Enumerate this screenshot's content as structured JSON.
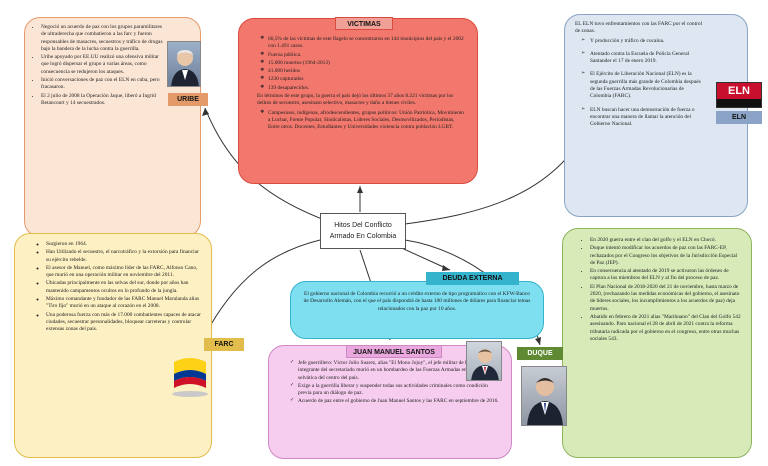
{
  "center": {
    "title_line1": "Hitos Del Conflicto",
    "title_line2": "Armado En Colombia"
  },
  "uribe": {
    "label": "URIBE",
    "items": [
      "Negoció un acuerdo de paz con los grupos paramilitares de ultraderecha que combatieron a las farc y fueron responsables de masacres, secuestros y tráfico de drogas bajo la bandera de la lucha contra la guerrilla.",
      "Uribe apoyado por EE.UU realizó una ofensiva militar que logró dispersar el grupo a varias áreas, como consecuencia se redujeron los ataques.",
      "Inició conversaciones de paz con el ELN en cuba, pero fracasaron.",
      "El 2 julio de 2008 la Operación Jaque, liberó a Ingrid Betancourt y 14 secuestrados."
    ]
  },
  "victimas": {
    "label": "VICTIMAS",
    "items": [
      "66,5% de las víctimas de este flagelo se concentraron en 144 municipios del país y el 2002 con 1.491 casos.",
      "Fuerza pública.",
      "15.000 muertos (1964-2013)",
      "41.000 heridos",
      "1230 capturados",
      "139 desaparecidos.",
      "Campesinos, indígenas, afrodescendientes, grupos políticos: Unión Patriótica, Movimiento a Luchar, Frente Popular, Sindicalistas, Líderes Sociales, Desmovilizados, Periodistas, Entre otros. Docentes, Estudiantes y Universidades violencia contra población LGBT."
    ],
    "note": "En términos de este grupo, la guerra el país dejó los últimos 37 años 8.221 víctimas por los delitos de secuestro, asesinato selectivo, masacres y daño a bienes civiles."
  },
  "eln": {
    "label": "ELN",
    "logo_text": "ELN",
    "intro": "EL ELN tuvo enfrentamientos con las FARC por el control de zonas.",
    "items": [
      "Y producción y tráfico de cocaína.",
      "Atentado contra la Escuela de Policía General Santander el 17 de enero 2019.",
      "El Ejército de Liberación Nacional (ELN) es la segunda guerrilla más grande de Colombia después de las Fuerzas Armadas Revolucionarias de Colombia (FARC).",
      "ELN buscan hacer una demostración de fuerza o encontrar una manera de llamar la atención del Gobierno Nacional."
    ]
  },
  "farc": {
    "label": "FARC",
    "items": [
      "Surgieron en 1964.",
      "Han Utilizado el secuestro, el narcotráfico y la extorsión para financiar su ejército rebelde.",
      "El asesor de Manuel, como máximo líder de las FARC, Alfonso Cano, que murió en una operación militar en noviembre del 2011.",
      "Ubicadas principalmente en las selvas del sur, donde por años han mantenido campamentos ocultos en lo profundo de la jungla.",
      "Máximo comandante y fundador de las FARC Manuel Marulanda alias \"Tiro fijo\" murió en un ataque al corazón en el 2008.",
      "Una poderosa fuerza con más de 17.000 combatientes capaces de atacar ciudades, secuestrar personalidades, bloquear carreteras y controlar extensas zonas del país."
    ]
  },
  "deuda": {
    "label": "DEUDA EXTERNA",
    "text": "El gobierno nacional de Colombia recurrió a un crédito externo de tipo programático con el KFW-Banco de Desarrollo Alemán, con el que el país dispondrá de hasta 100 millones de dólares para financiar temas relacionados con la paz por 10 años."
  },
  "santos": {
    "label": "JUAN MANUEL SANTOS",
    "items": [
      "Jefe guerrillero: Víctor Julio Suarez, alias \"El Mono Jojoy\", el jefe militar de las FARC e integrante del secretariado murió en un bombardeo de las Fuerzas Armadas en una zona selvática del centro del país.",
      "Exige a la guerrilla liberar y suspender todas sus actividades criminales como condición previa para un diálogo de paz.",
      "Acuerdo de paz entre el gobierno de Juan Manuel Santos y las FARC en septiembre de 2016."
    ]
  },
  "duque": {
    "label": "DUQUE",
    "items": [
      "En 2020 guerra entre el clan del golfo y el ELN en Chocó.",
      "Duque intentó modificar los acuerdos de paz con las FARC-EP, rechazados por el Congreso los objetivos de la Jurisdicción Especial de Paz (JEP).",
      "En consecuencia al atentado de 2019 se activaron las órdenes de captura a los miembros del ELN y al fin del proceso de paz.",
      "El Plan Nacional de 2018-2020 del 21 de noviembre, hasta marzo de 2020, (rechazando las medidas económicas del gobierno, el asesinato de líderes sociales, los incumplimientos a los acuerdos de paz) deja muertos.",
      "Abatido en febrero de 2021 alias \"Marihuano\" del Clan del Golfo 542 asesinando. Paro nacional el 28 de abril de 2021 contra la reforma tributaria radicada por el gobierno en el congreso, entre otras muchas sociales 543."
    ]
  },
  "colors": {
    "uribe_fill": "#fbe6d6",
    "uribe_border": "#e59a6a",
    "victimas_fill": "#f2776c",
    "victimas_border": "#d94b3f",
    "eln_fill": "#dde6f1",
    "eln_border": "#8aa3c6",
    "farc_fill": "#fdf0c2",
    "farc_border": "#e2bd4b",
    "deuda_fill": "#7ddff0",
    "deuda_border": "#35b3cc",
    "santos_fill": "#f6cdef",
    "santos_border": "#cf88c4",
    "duque_fill": "#d7eab8",
    "duque_border": "#8fb45e",
    "eln_logo": "#c8102e"
  },
  "icons": [
    "person-photo",
    "eln-flag",
    "colombia-flag"
  ]
}
